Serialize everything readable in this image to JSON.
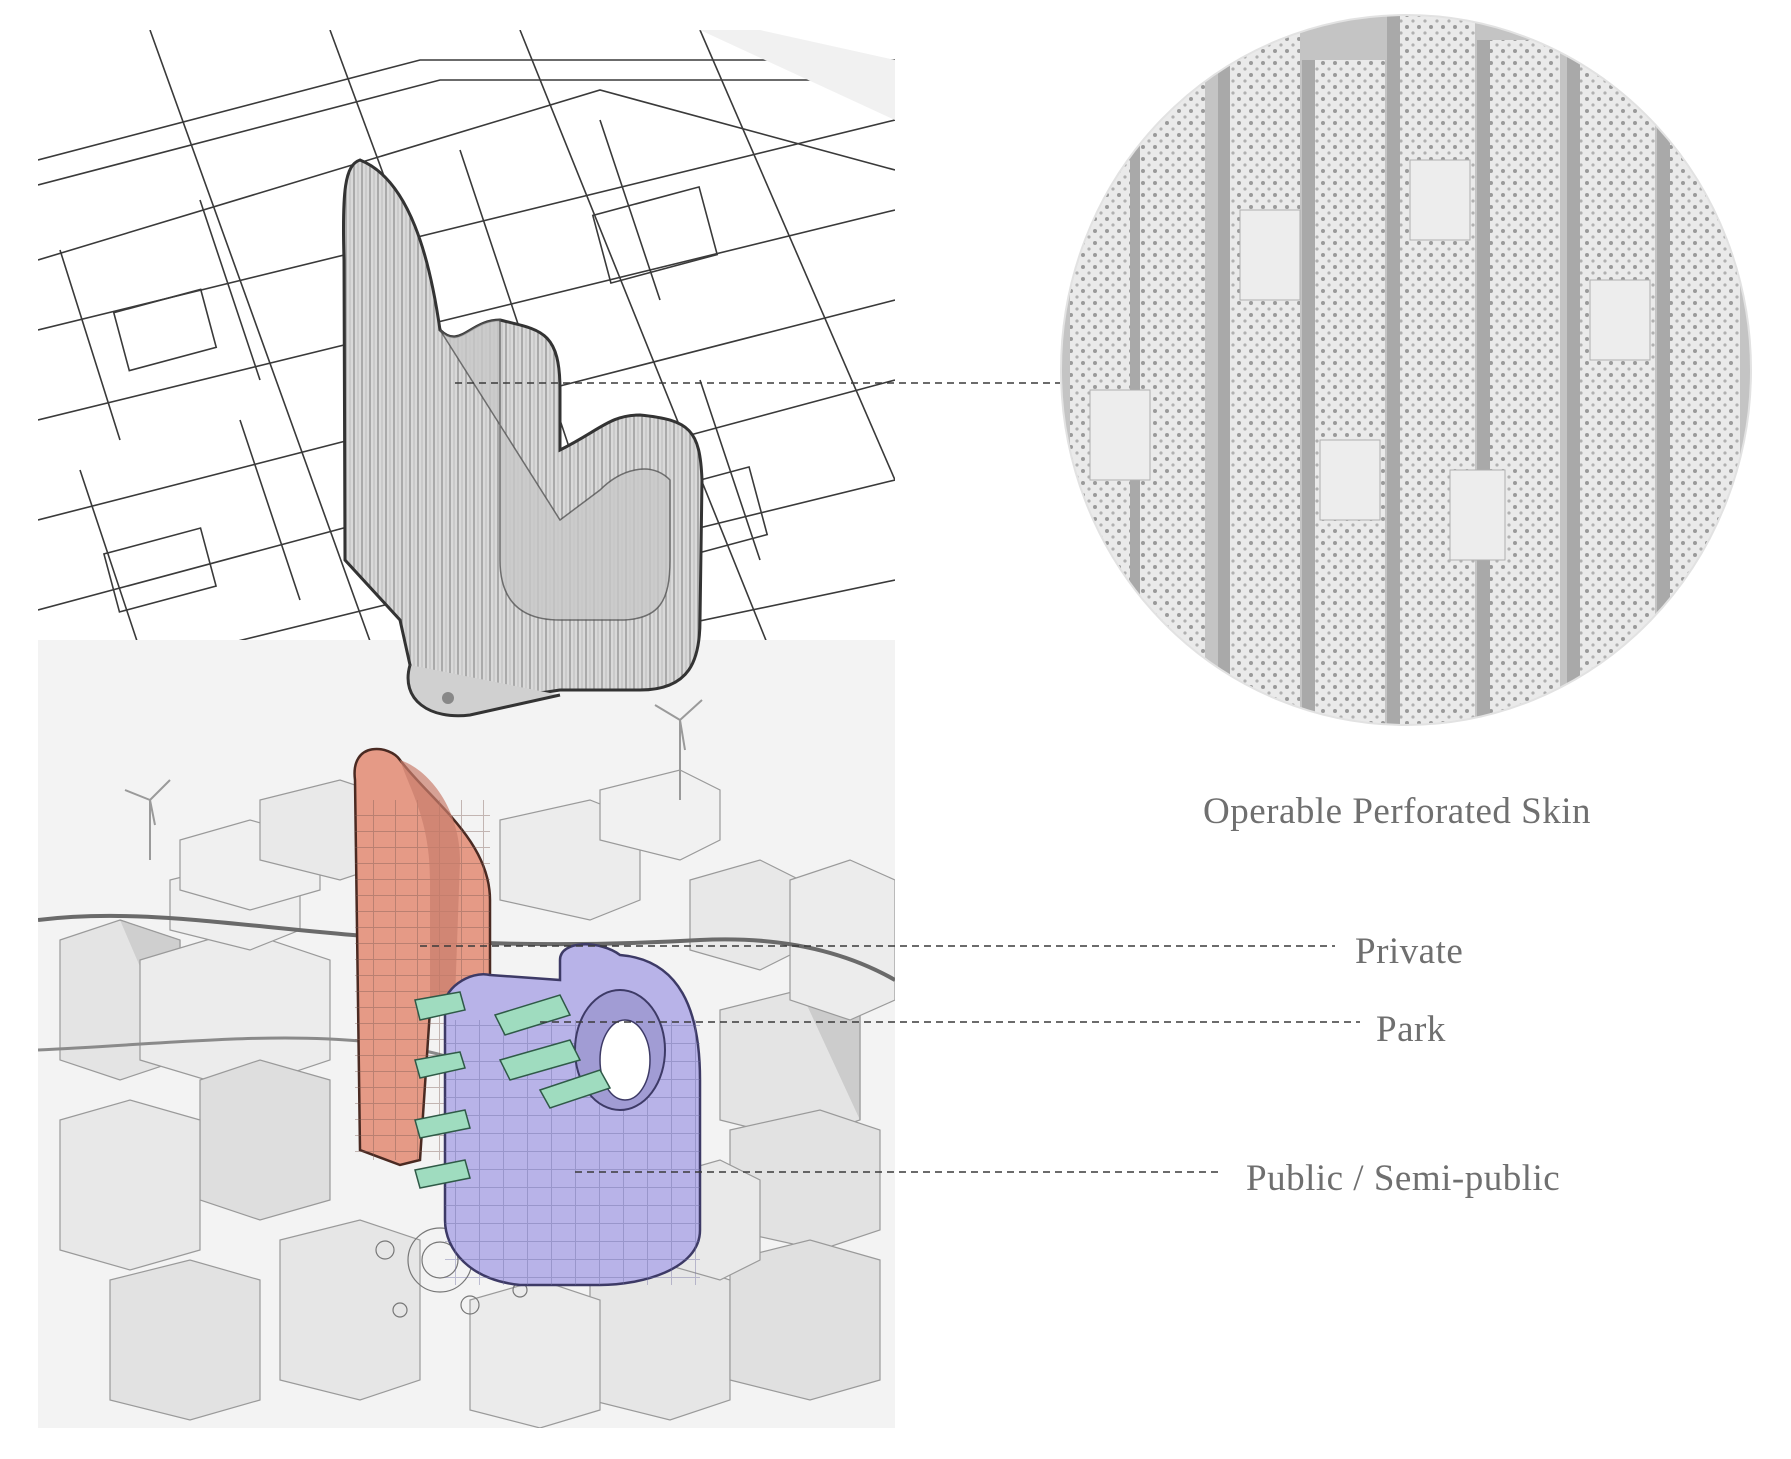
{
  "labels": {
    "skin": "Operable Perforated Skin",
    "private": "Private",
    "park": "Park",
    "public": "Public / Semi-public"
  },
  "colors": {
    "private": "#e59a86",
    "park": "#9fdcbf",
    "public": "#b8b3e8",
    "skin": "#d4d4d4",
    "massing": "#e8e8e8",
    "linework": "#4a4a4a",
    "label_text": "#6f6f6f"
  }
}
